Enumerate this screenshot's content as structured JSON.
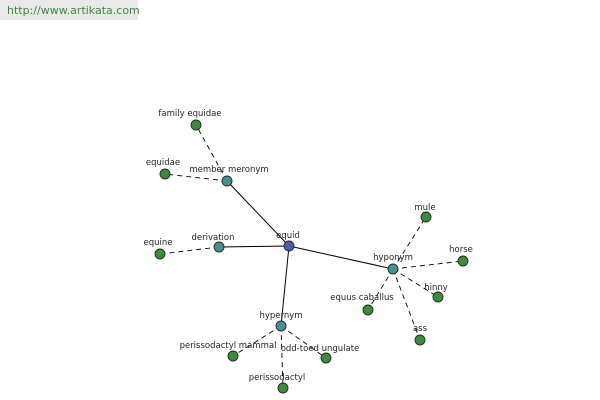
{
  "source_url": "http://www.artikata.com",
  "colors": {
    "center": "#4b5cae",
    "relation": "#4a8f95",
    "leaf": "#3f8a3f",
    "edge": "#000000",
    "url_text": "#3a8a3a"
  },
  "graph": {
    "center": {
      "id": "equid",
      "label": "equid"
    },
    "relations": [
      {
        "id": "member-meronym",
        "label": "member meronym"
      },
      {
        "id": "derivation",
        "label": "derivation"
      },
      {
        "id": "hyponym",
        "label": "hyponym"
      },
      {
        "id": "hypernym",
        "label": "hypernym"
      }
    ],
    "leaves": [
      {
        "id": "family-equidae",
        "label": "family equidae",
        "relation": "member-meronym"
      },
      {
        "id": "equidae",
        "label": "equidae",
        "relation": "member-meronym"
      },
      {
        "id": "equine",
        "label": "equine",
        "relation": "derivation"
      },
      {
        "id": "mule",
        "label": "mule",
        "relation": "hyponym"
      },
      {
        "id": "horse",
        "label": "horse",
        "relation": "hyponym"
      },
      {
        "id": "hinny",
        "label": "hinny",
        "relation": "hyponym"
      },
      {
        "id": "ass",
        "label": "ass",
        "relation": "hyponym"
      },
      {
        "id": "equus-caballus",
        "label": "equus caballus",
        "relation": "hyponym"
      },
      {
        "id": "perissodactyl-mammal",
        "label": "perissodactyl mammal",
        "relation": "hypernym"
      },
      {
        "id": "odd-toed-ungulate",
        "label": "odd-toed ungulate",
        "relation": "hypernym"
      },
      {
        "id": "perissodactyl",
        "label": "perissodactyl",
        "relation": "hypernym"
      }
    ]
  }
}
